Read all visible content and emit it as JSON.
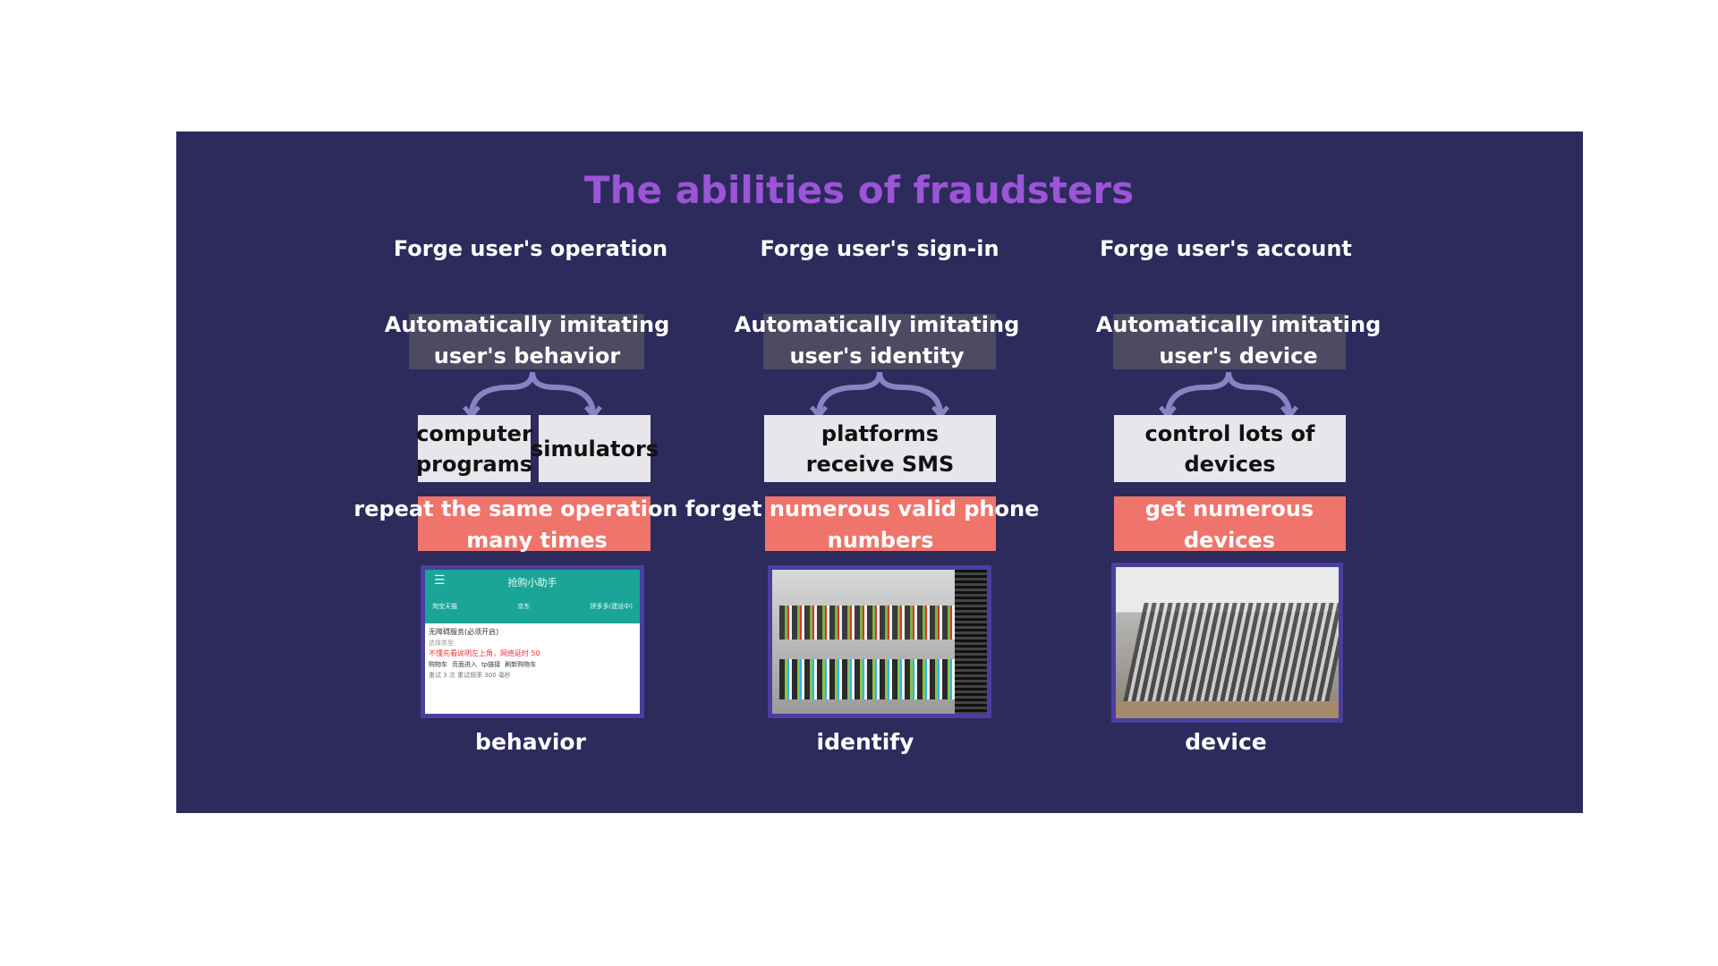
{
  "title": "The abilities of fraudsters",
  "columns": [
    {
      "heading": "Forge user's operation",
      "auto": "Automatically imitating user's behavior",
      "methods": [
        "computer programs",
        "simulators"
      ],
      "result": "repeat the same operation for many times",
      "image_label": "behavior",
      "app_screenshot": {
        "title": "抢购小助手",
        "tabs": [
          "淘宝天猫",
          "京东",
          "拼多多(建设中)"
        ],
        "service": "无障碍服务(必须开启)",
        "type_label": "选择类型",
        "warning": "不懂先看说明左上角，网络延时 50",
        "options": [
          "购物车",
          "页面进入",
          "tp链接",
          "刷新购物车"
        ],
        "retry": "重试 3 次  重试频率 300 毫秒"
      }
    },
    {
      "heading": "Forge user's sign-in",
      "auto": "Automatically imitating user's identity",
      "methods": [
        "platforms receive SMS"
      ],
      "result": "get numerous valid phone numbers",
      "image_label": "identify"
    },
    {
      "heading": "Forge user's account",
      "auto": "Automatically imitating user's device",
      "methods": [
        "control lots of devices"
      ],
      "result": "get numerous devices",
      "image_label": "device"
    }
  ],
  "colors": {
    "background": "#2d2a5c",
    "title": "#9b55d6",
    "red": "#ef746b",
    "gray": "#4d4a62",
    "white_box": "#e8e6ea"
  }
}
